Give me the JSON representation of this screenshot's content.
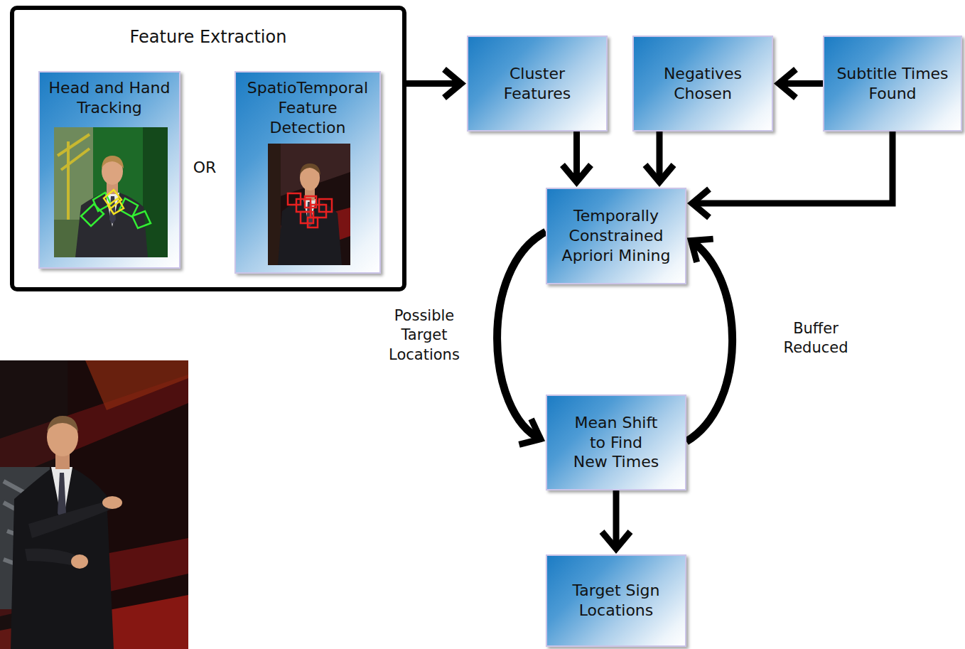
{
  "diagram": {
    "nodes": [
      {
        "text": [
          "Feature Extraction"
        ]
      },
      {
        "text": [
          "Head and Hand Tracking"
        ],
        "in": 0
      },
      {
        "text": [
          "SpatioTemporal Feature Detection"
        ],
        "in": 0
      },
      {
        "text": [
          "Cluster Features"
        ]
      },
      {
        "text": [
          "Negatives Chosen"
        ]
      },
      {
        "text": [
          "Subtitle Times Found"
        ]
      },
      {
        "text": [
          "Temporally Constrained Apriori Mining"
        ]
      },
      {
        "text": [
          "Mean Shift to Find New Times"
        ]
      },
      {
        "text": [
          "Target Sign Locations"
        ]
      }
    ],
    "edges": [
      {
        "from": 0,
        "to": 3,
        "arrow": "to"
      },
      {
        "from": 5,
        "to": 4,
        "arrow": "to"
      },
      {
        "from": 3,
        "to": 6,
        "arrow": "to"
      },
      {
        "from": 4,
        "to": 6,
        "arrow": "to"
      },
      {
        "from": 5,
        "to": 6,
        "arrow": "to"
      },
      {
        "from": 6,
        "to": 7,
        "label": "Possible Target Locations",
        "arrow": "to"
      },
      {
        "from": 7,
        "to": 6,
        "label": "Buffer Reduced",
        "arrow": "to"
      },
      {
        "from": 7,
        "to": 8,
        "arrow": "to"
      }
    ],
    "labels": [
      "OR"
    ]
  }
}
